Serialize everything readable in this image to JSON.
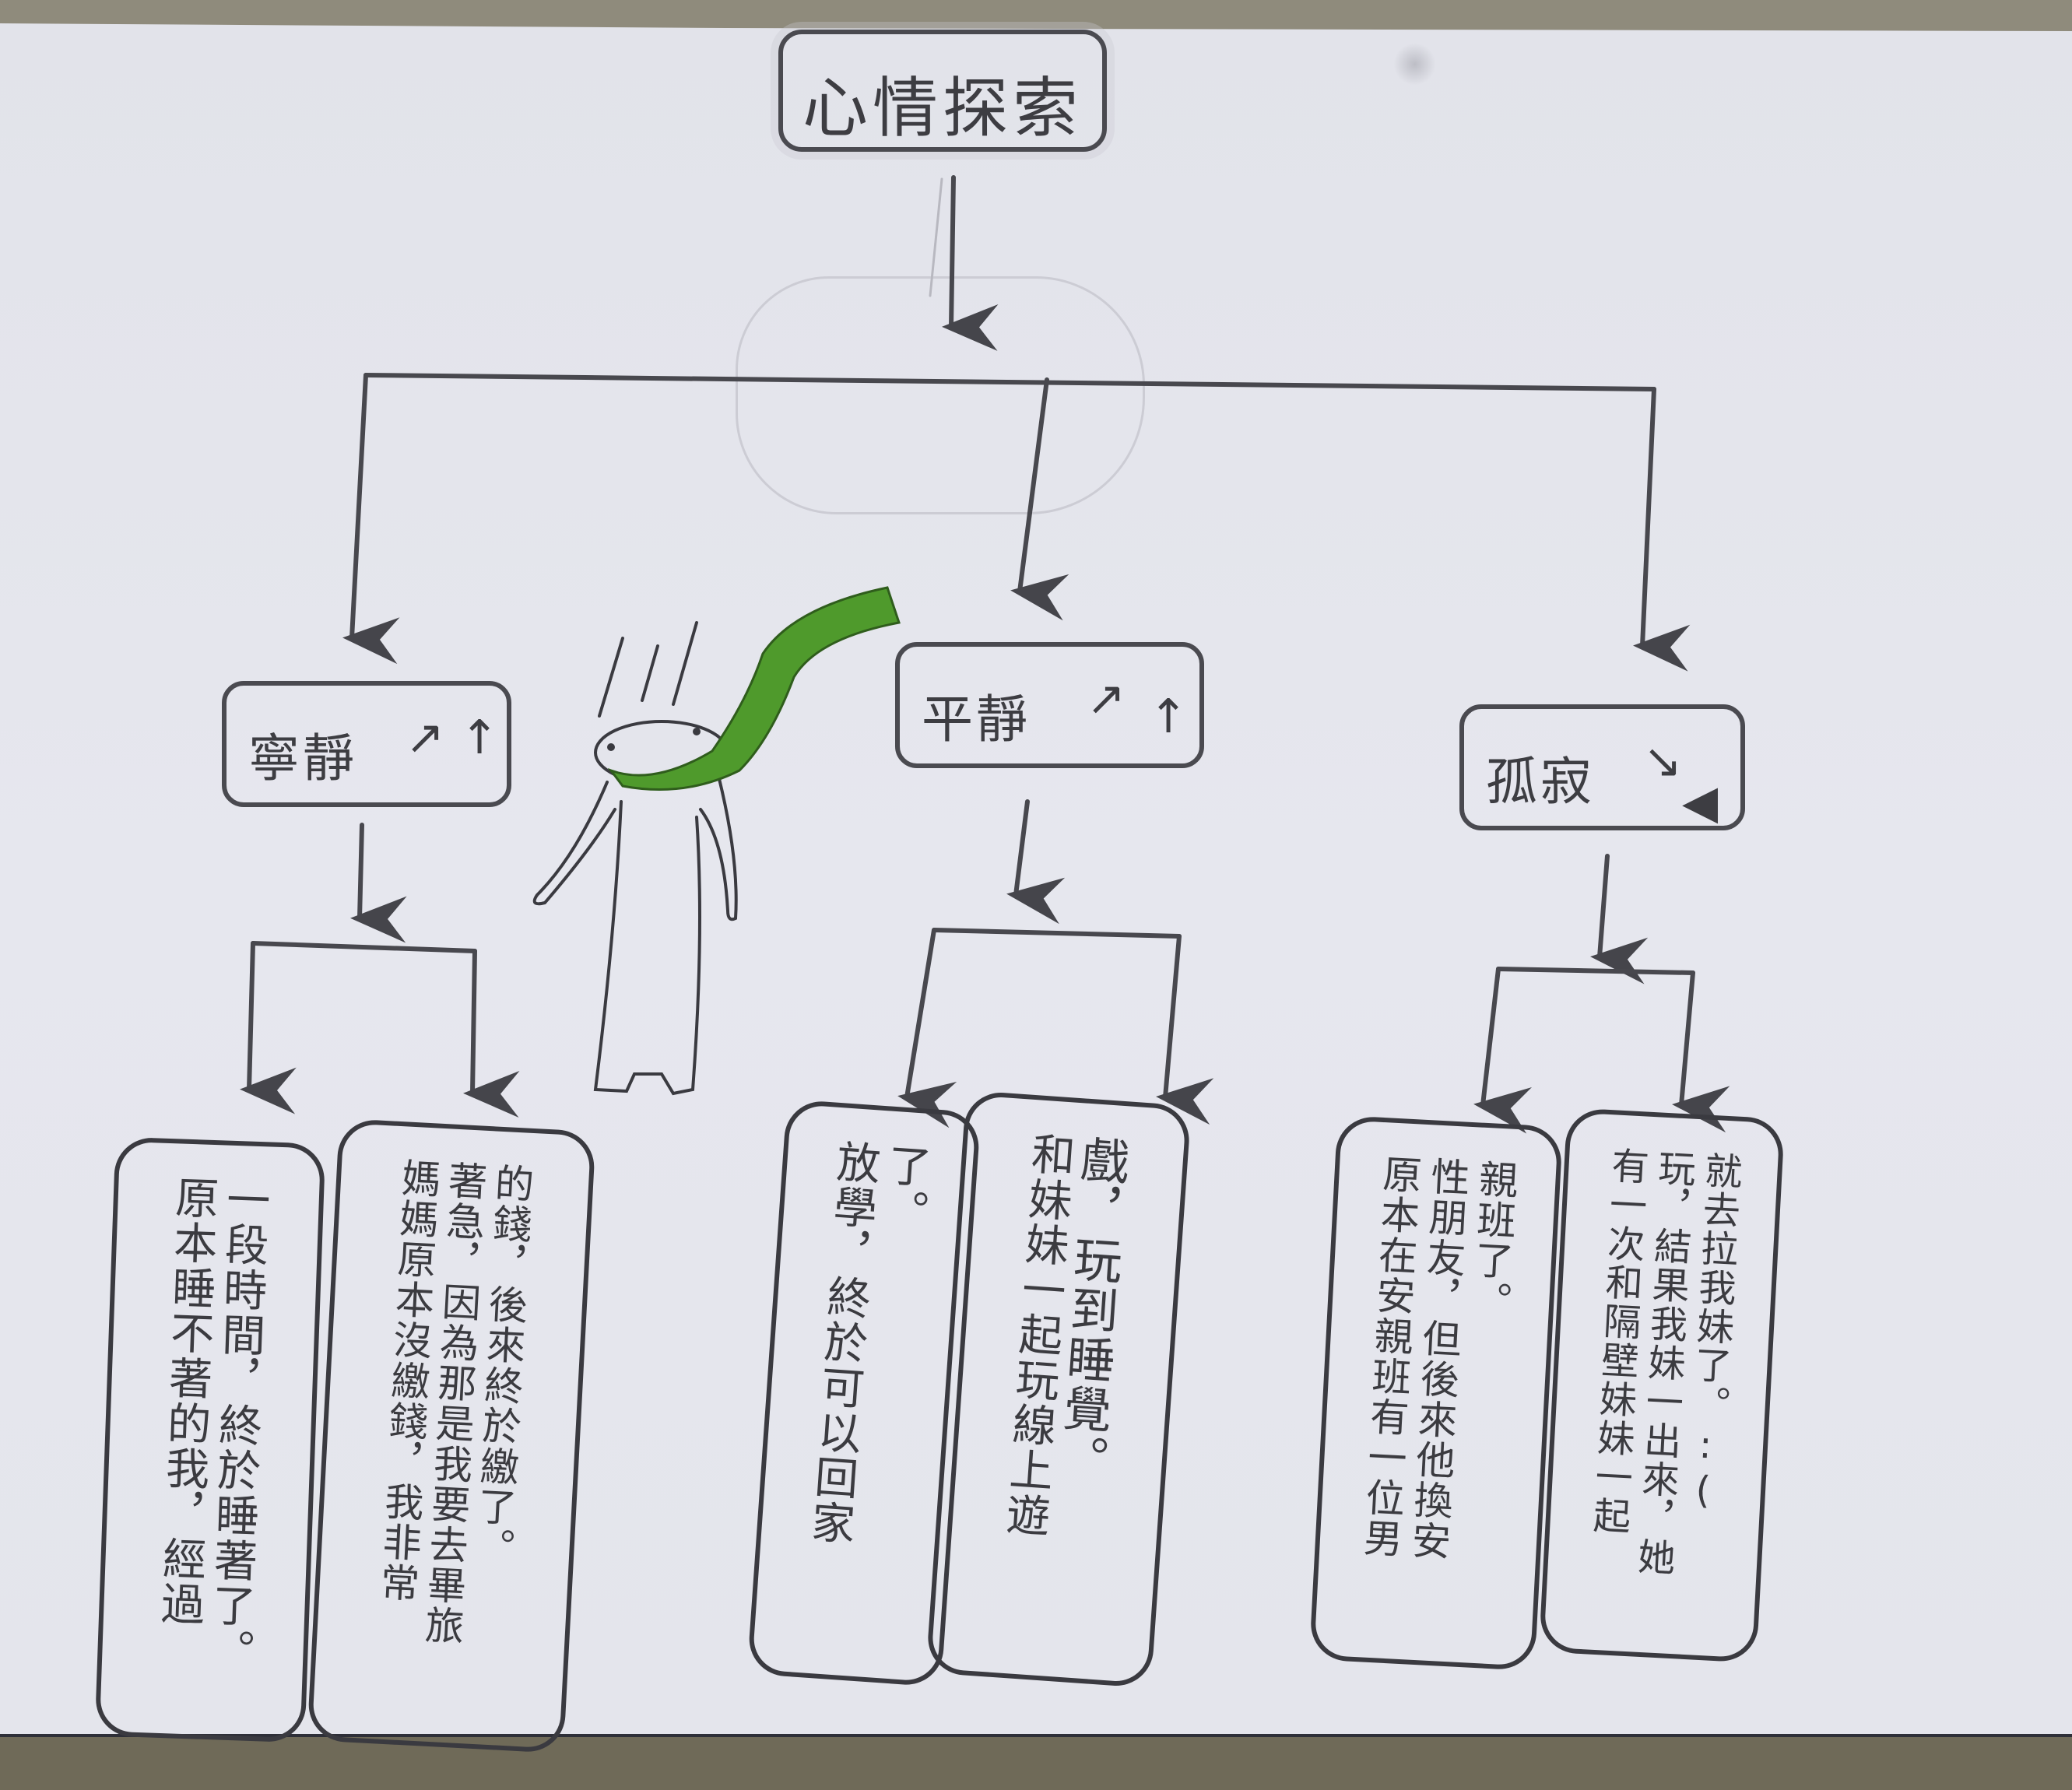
{
  "diagram": {
    "type": "mind-map",
    "medium": "hand-drawn pencil on paper",
    "title": "心情探索",
    "central_node": {
      "shape": "cloud",
      "label": ""
    },
    "branches": [
      {
        "mood": "寧靜",
        "mood_arrow": "↗",
        "children": [
          {
            "columns": [
              "原本睡不著的我，經過",
              "一段時間，終於睡著了。"
            ],
            "text": "原本睡不著的我，經過一段時間，終於睡著了。"
          },
          {
            "columns": [
              "媽媽原本沒繳錢，我非常",
              "著急，因為那是我要去畢旅",
              "的錢，後來終於繳了。"
            ],
            "text": "媽媽原本沒繳錢，我非常著急，因為那是我要去畢旅的錢，後來終於繳了。"
          }
        ]
      },
      {
        "mood": "平靜",
        "mood_arrow": "↗",
        "children": [
          {
            "columns": [
              "放學，終於可以回家",
              "了。"
            ],
            "text": "放學，終於可以回家了。"
          },
          {
            "columns": [
              "和妹妹一起玩線上遊",
              "戲，玩到睡覺。"
            ],
            "text": "和妹妹一起玩線上遊戲，玩到睡覺。"
          }
        ]
      },
      {
        "mood": "孤寂",
        "mood_arrow": "↘",
        "children": [
          {
            "columns": [
              "原本在安親班有一位男",
              "性朋友，但後來他換安",
              "親班了。"
            ],
            "text": "原本在安親班有一位男性朋友，但後來他換安親班了。"
          },
          {
            "columns": [
              "有一次和隔壁妹妹一起",
              "玩，結果我妹一出來，她",
              "就去拉我妹了。:("
            ],
            "text": "有一次和隔壁妹妹一起玩，結果我妹一出來，她就去拉我妹了。:("
          }
        ]
      }
    ],
    "illustration": {
      "subject": "falling cartoon figure with green scarf",
      "scarf_color": "#4f9a2c",
      "outline_color": "#3a3a40"
    }
  },
  "colors": {
    "paper": "#e4e5ec",
    "pencil": "#3d3d42",
    "table": "#6f6a58"
  }
}
